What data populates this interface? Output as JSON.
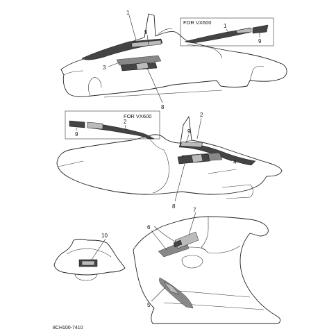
{
  "callouts": {
    "top_1": "1",
    "top_9": "9",
    "top_3": "3",
    "top_8": "8",
    "box1_title": "FOR VX600",
    "box1_1": "1",
    "box1_9": "9",
    "mid_2": "2",
    "mid_9": "9",
    "mid_4": "4",
    "mid_8": "8",
    "box2_title": "FOR VX600",
    "box2_2": "2",
    "box2_9": "9",
    "bot_10": "10",
    "bot_6": "6",
    "bot_7": "7",
    "bot_5": "5"
  },
  "footer": {
    "part_code": "8CH100-7410"
  }
}
